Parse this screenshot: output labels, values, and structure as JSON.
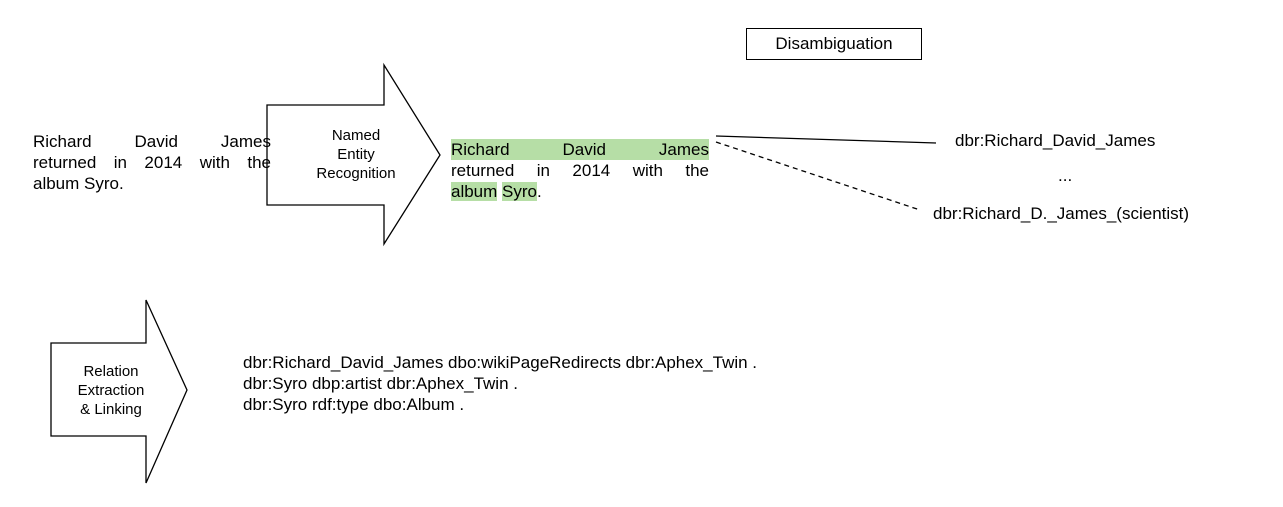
{
  "input_sentence": {
    "lines": [
      "Richard David James",
      "returned in 2014 with the",
      "album Syro."
    ]
  },
  "ner_step": {
    "lines": [
      "Named",
      "Entity",
      "Recognition"
    ]
  },
  "tagged_sentence": {
    "line1_words": [
      "Richard",
      "David",
      "James"
    ],
    "line2": "returned in 2014 with the",
    "line3_entity1": "album",
    "line3_entity2": "Syro",
    "line3_tail": "."
  },
  "disambiguation": {
    "label": "Disambiguation",
    "candidate_primary": "dbr:Richard_David_James",
    "ellipsis": "...",
    "candidate_alt": "dbr:Richard_D._James_(scientist)"
  },
  "rel_step": {
    "lines": [
      "Relation",
      "Extraction",
      "& Linking"
    ]
  },
  "triples": [
    "dbr:Richard_David_James dbo:wikiPageRedirects dbr:Aphex_Twin .",
    "dbr:Syro dbp:artist dbr:Aphex_Twin .",
    "dbr:Syro rdf:type dbo:Album ."
  ],
  "colors": {
    "highlight": "#b6dea6",
    "stroke": "#000000"
  }
}
